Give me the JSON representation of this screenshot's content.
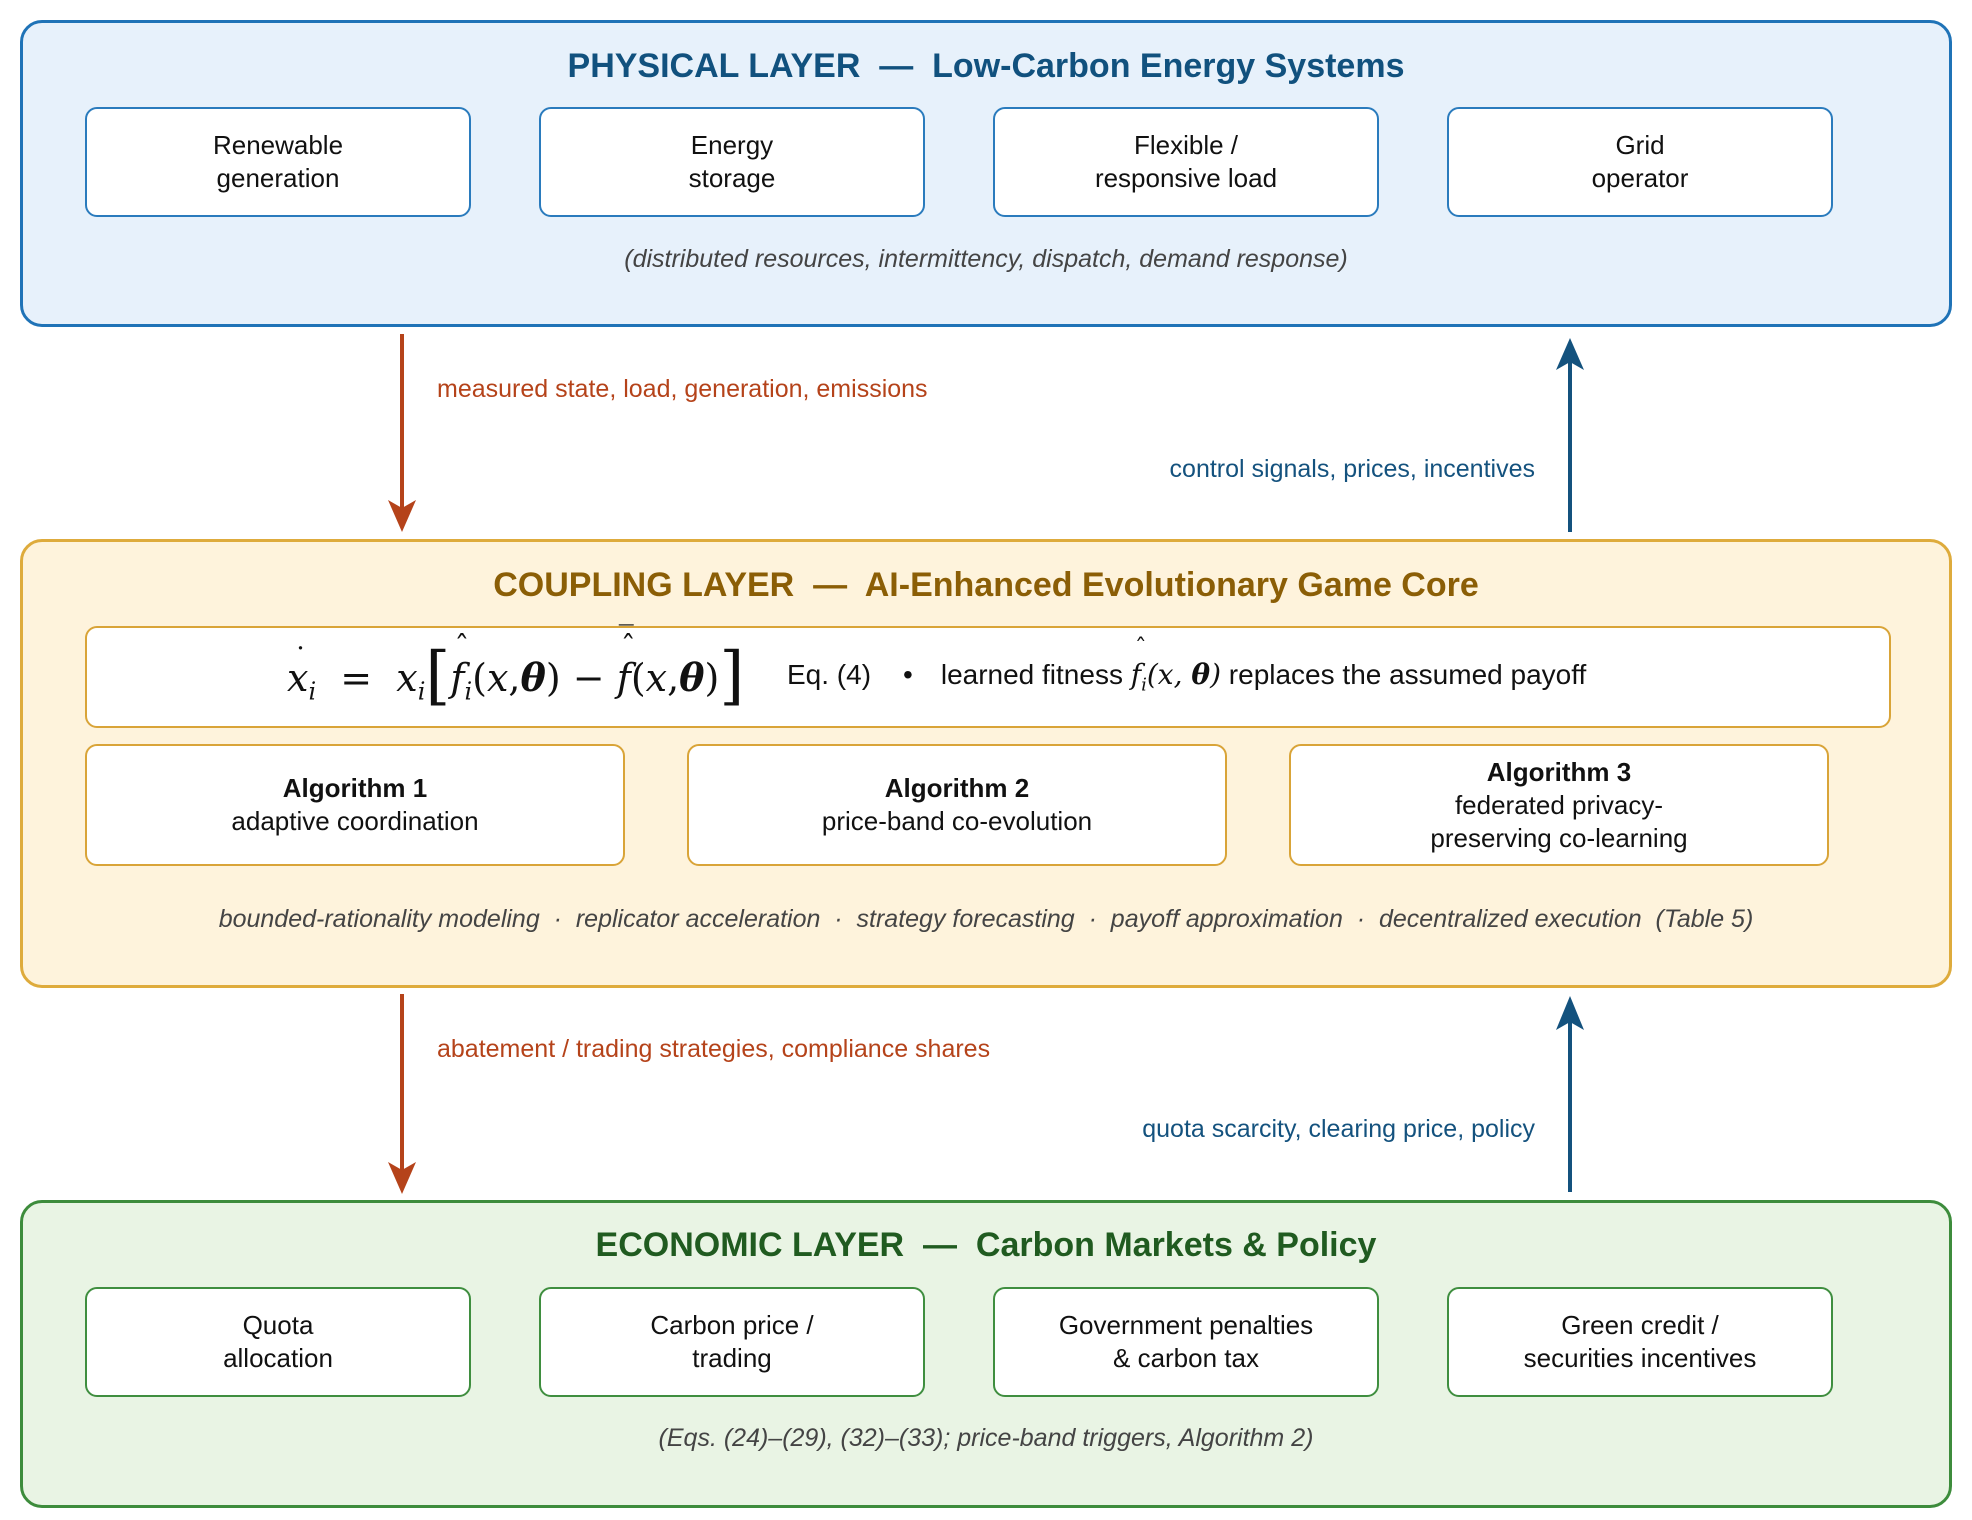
{
  "physical": {
    "title": "PHYSICAL LAYER  —  Low-Carbon Energy Systems",
    "boxes": [
      {
        "line1": "Renewable",
        "line2": "generation"
      },
      {
        "line1": "Energy",
        "line2": "storage"
      },
      {
        "line1": "Flexible /",
        "line2": "responsive load"
      },
      {
        "line1": "Grid",
        "line2": "operator"
      }
    ],
    "note": "(distributed resources, intermittency, dispatch, demand response)"
  },
  "flows_upper": {
    "down_label": "measured state, load, generation, emissions",
    "up_label": "control signals, prices, incentives"
  },
  "coupling": {
    "title": "COUPLING LAYER  —  AI-Enhanced Evolutionary Game Core",
    "equation": {
      "eq_ref": "Eq. (4)",
      "bullet": "•",
      "text_before": "learned fitness",
      "text_after": "replaces the assumed payoff"
    },
    "algorithms": [
      {
        "name": "Algorithm 1",
        "line1": "adaptive coordination",
        "line2": ""
      },
      {
        "name": "Algorithm 2",
        "line1": "price-band co-evolution",
        "line2": ""
      },
      {
        "name": "Algorithm 3",
        "line1": "federated privacy-",
        "line2": "preserving co-learning"
      }
    ],
    "note": "bounded-rationality modeling  ·  replicator acceleration  ·  strategy forecasting  ·  payoff approximation  ·  decentralized execution  (Table 5)"
  },
  "flows_lower": {
    "down_label": "abatement / trading strategies, compliance shares",
    "up_label": "quota scarcity, clearing price, policy"
  },
  "economic": {
    "title": "ECONOMIC LAYER  —  Carbon Markets & Policy",
    "boxes": [
      {
        "line1": "Quota",
        "line2": "allocation"
      },
      {
        "line1": "Carbon price /",
        "line2": "trading"
      },
      {
        "line1": "Government penalties",
        "line2": "& carbon tax"
      },
      {
        "line1": "Green credit /",
        "line2": "securities incentives"
      }
    ],
    "note": "(Eqs. (24)–(29), (32)–(33); price-band triggers, Algorithm 2)"
  },
  "colors": {
    "down_arrow": "#b5431a",
    "up_arrow": "#14527e",
    "physical_border": "#1f73b7",
    "coupling_border": "#deab3c",
    "economic_border": "#3d8c3c"
  }
}
